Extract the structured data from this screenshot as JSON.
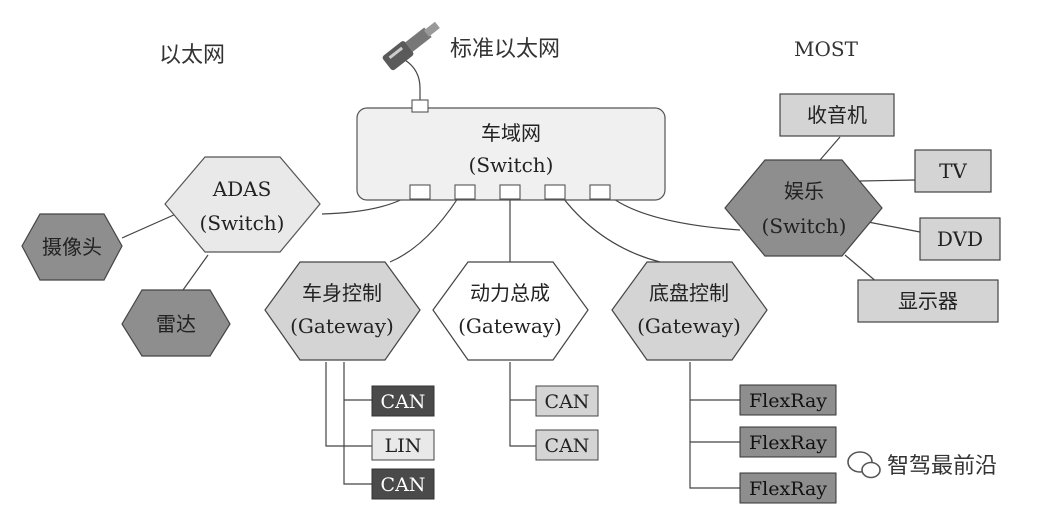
{
  "labels": {
    "ethernet": "以太网",
    "standard_ethernet": "标准以太网",
    "most": "MOST",
    "watermark": "智驾最前沿"
  },
  "switch_main": {
    "line1": "车域网",
    "line2": "(Switch)"
  },
  "adas": {
    "line1": "ADAS",
    "line2": "(Switch)"
  },
  "camera": "摄像头",
  "radar": "雷达",
  "body_gateway": {
    "line1": "车身控制",
    "line2": "(Gateway)"
  },
  "powertrain_gateway": {
    "line1": "动力总成",
    "line2": "(Gateway)"
  },
  "chassis_gateway": {
    "line1": "底盘控制",
    "line2": "(Gateway)"
  },
  "entertainment": {
    "line1": "娱乐",
    "line2": "(Switch)"
  },
  "media_devices": {
    "radio": "收音机",
    "tv": "TV",
    "dvd": "DVD",
    "display": "显示器"
  },
  "body_buses": [
    "CAN",
    "LIN",
    "CAN"
  ],
  "powertrain_buses": [
    "CAN",
    "CAN"
  ],
  "chassis_buses": [
    "FlexRay",
    "FlexRay",
    "FlexRay"
  ],
  "colors": {
    "light_fill": "#e9e9e9",
    "mid_fill": "#d4d4d4",
    "dark_fill": "#8e8e8e",
    "darkest_fill": "#4a4a4a"
  }
}
